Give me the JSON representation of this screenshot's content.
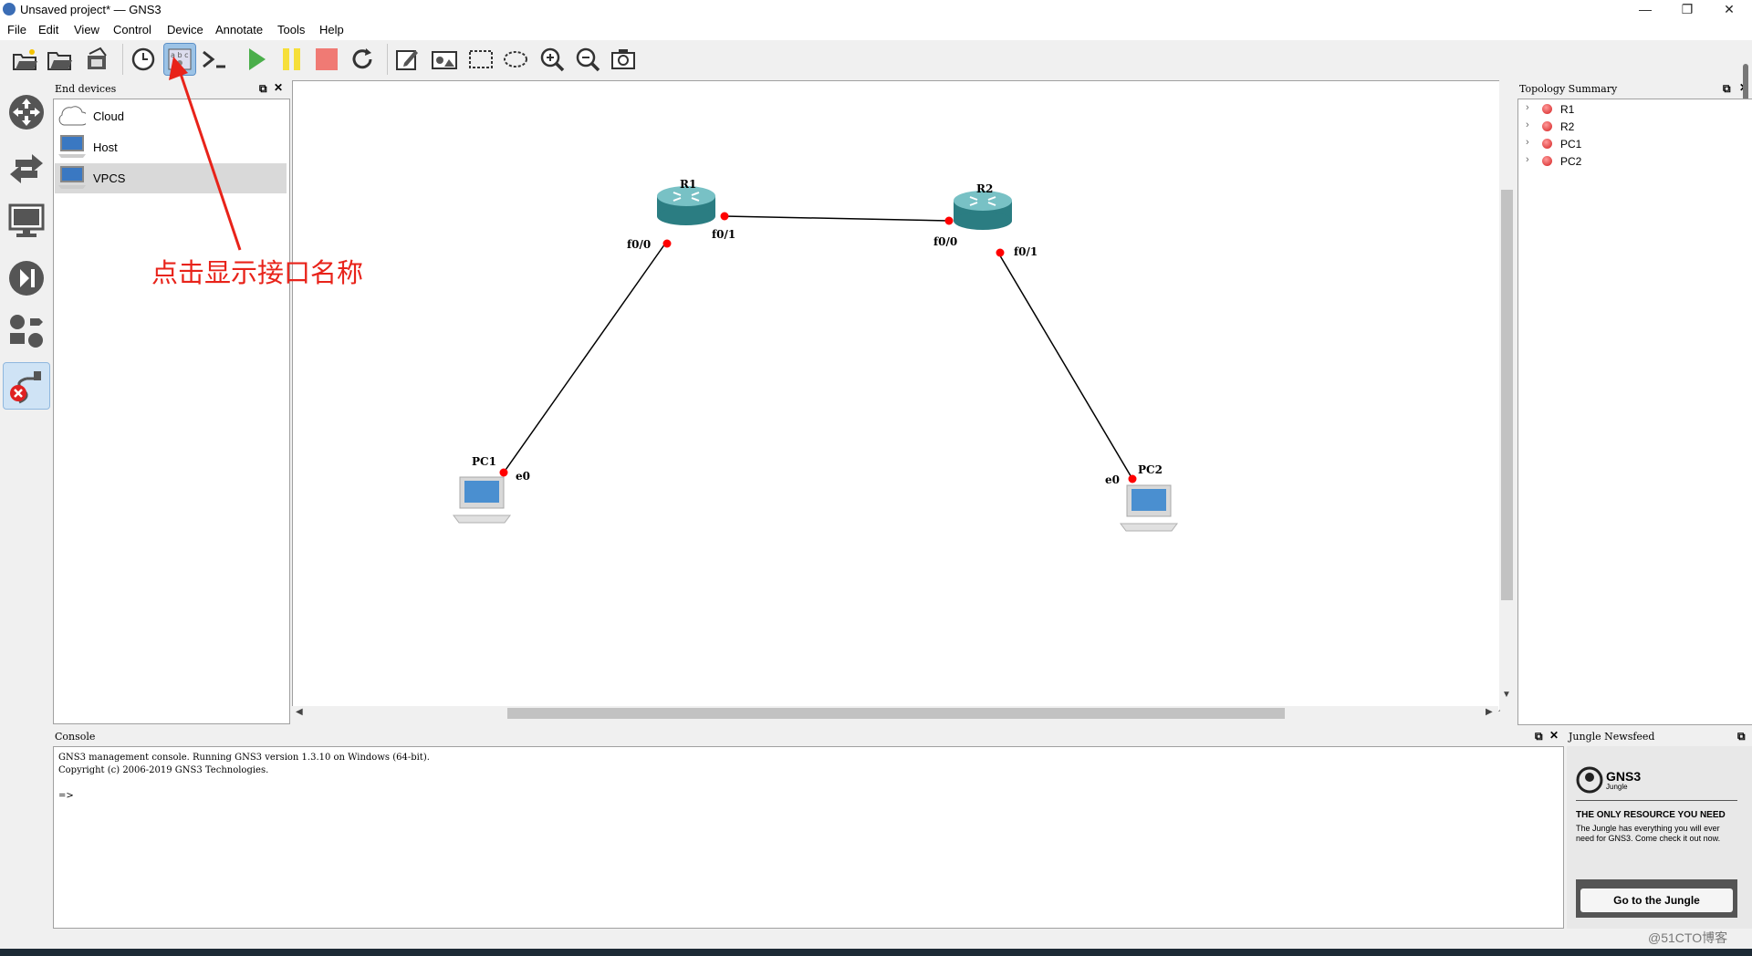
{
  "window": {
    "title": "Unsaved project* — GNS3",
    "minimize": "—",
    "maximize": "❐",
    "close": "✕"
  },
  "menu": [
    "File",
    "Edit",
    "View",
    "Control",
    "Device",
    "Annotate",
    "Tools",
    "Help"
  ],
  "toolbar": {
    "buttons": [
      "open-project-icon",
      "open-folder-icon",
      "save-icon",
      "clock-icon",
      "show-interface-labels-icon",
      "console-icon",
      "start-icon",
      "pause-icon",
      "stop-icon",
      "reload-icon",
      "edit-note-icon",
      "insert-picture-icon",
      "rectangle-icon",
      "ellipse-icon",
      "zoom-in-icon",
      "zoom-out-icon",
      "screenshot-icon"
    ],
    "active": "show-interface-labels-icon"
  },
  "left_bar": [
    "routers-icon",
    "switches-icon",
    "end-devices-icon",
    "security-devices-icon",
    "all-devices-icon",
    "add-link-icon"
  ],
  "devices_panel": {
    "title": "End devices",
    "items": [
      {
        "label": "Cloud",
        "icon": "cloud-icon"
      },
      {
        "label": "Host",
        "icon": "host-icon"
      },
      {
        "label": "VPCS",
        "icon": "vpcs-icon",
        "selected": true
      }
    ]
  },
  "annotation": {
    "text": "点击显示接口名称",
    "color": "#e8231a"
  },
  "topology": {
    "nodes": {
      "R1": {
        "label": "R1",
        "type": "router"
      },
      "R2": {
        "label": "R2",
        "type": "router"
      },
      "PC1": {
        "label": "PC1",
        "type": "pc"
      },
      "PC2": {
        "label": "PC2",
        "type": "pc"
      }
    },
    "ports": {
      "r1_f00": "f0/0",
      "r1_f01": "f0/1",
      "r2_f00": "f0/0",
      "r2_f01": "f0/1",
      "pc1_e0": "e0",
      "pc2_e0": "e0"
    },
    "links": [
      [
        "R1 f0/1",
        "R2 f0/0"
      ],
      [
        "R1 f0/0",
        "PC1 e0"
      ],
      [
        "R2 f0/1",
        "PC2 e0"
      ]
    ],
    "link_endpoint_color": "#ff0000"
  },
  "topology_summary": {
    "title": "Topology Summary",
    "items": [
      "R1",
      "R2",
      "PC1",
      "PC2"
    ]
  },
  "console": {
    "title": "Console",
    "lines": [
      "GNS3 management console. Running GNS3 version 1.3.10 on Windows (64-bit).",
      "Copyright (c) 2006-2019 GNS3 Technologies.",
      "",
      "=>"
    ]
  },
  "jungle": {
    "title": "Jungle Newsfeed",
    "logo": "GNS3",
    "logo_sub": "Jungle",
    "headline": "THE ONLY RESOURCE YOU NEED",
    "body": "The Jungle has everything you will ever need for GNS3. Come check it out now.",
    "button": "Go to the Jungle"
  },
  "watermark": "@51CTO博客"
}
